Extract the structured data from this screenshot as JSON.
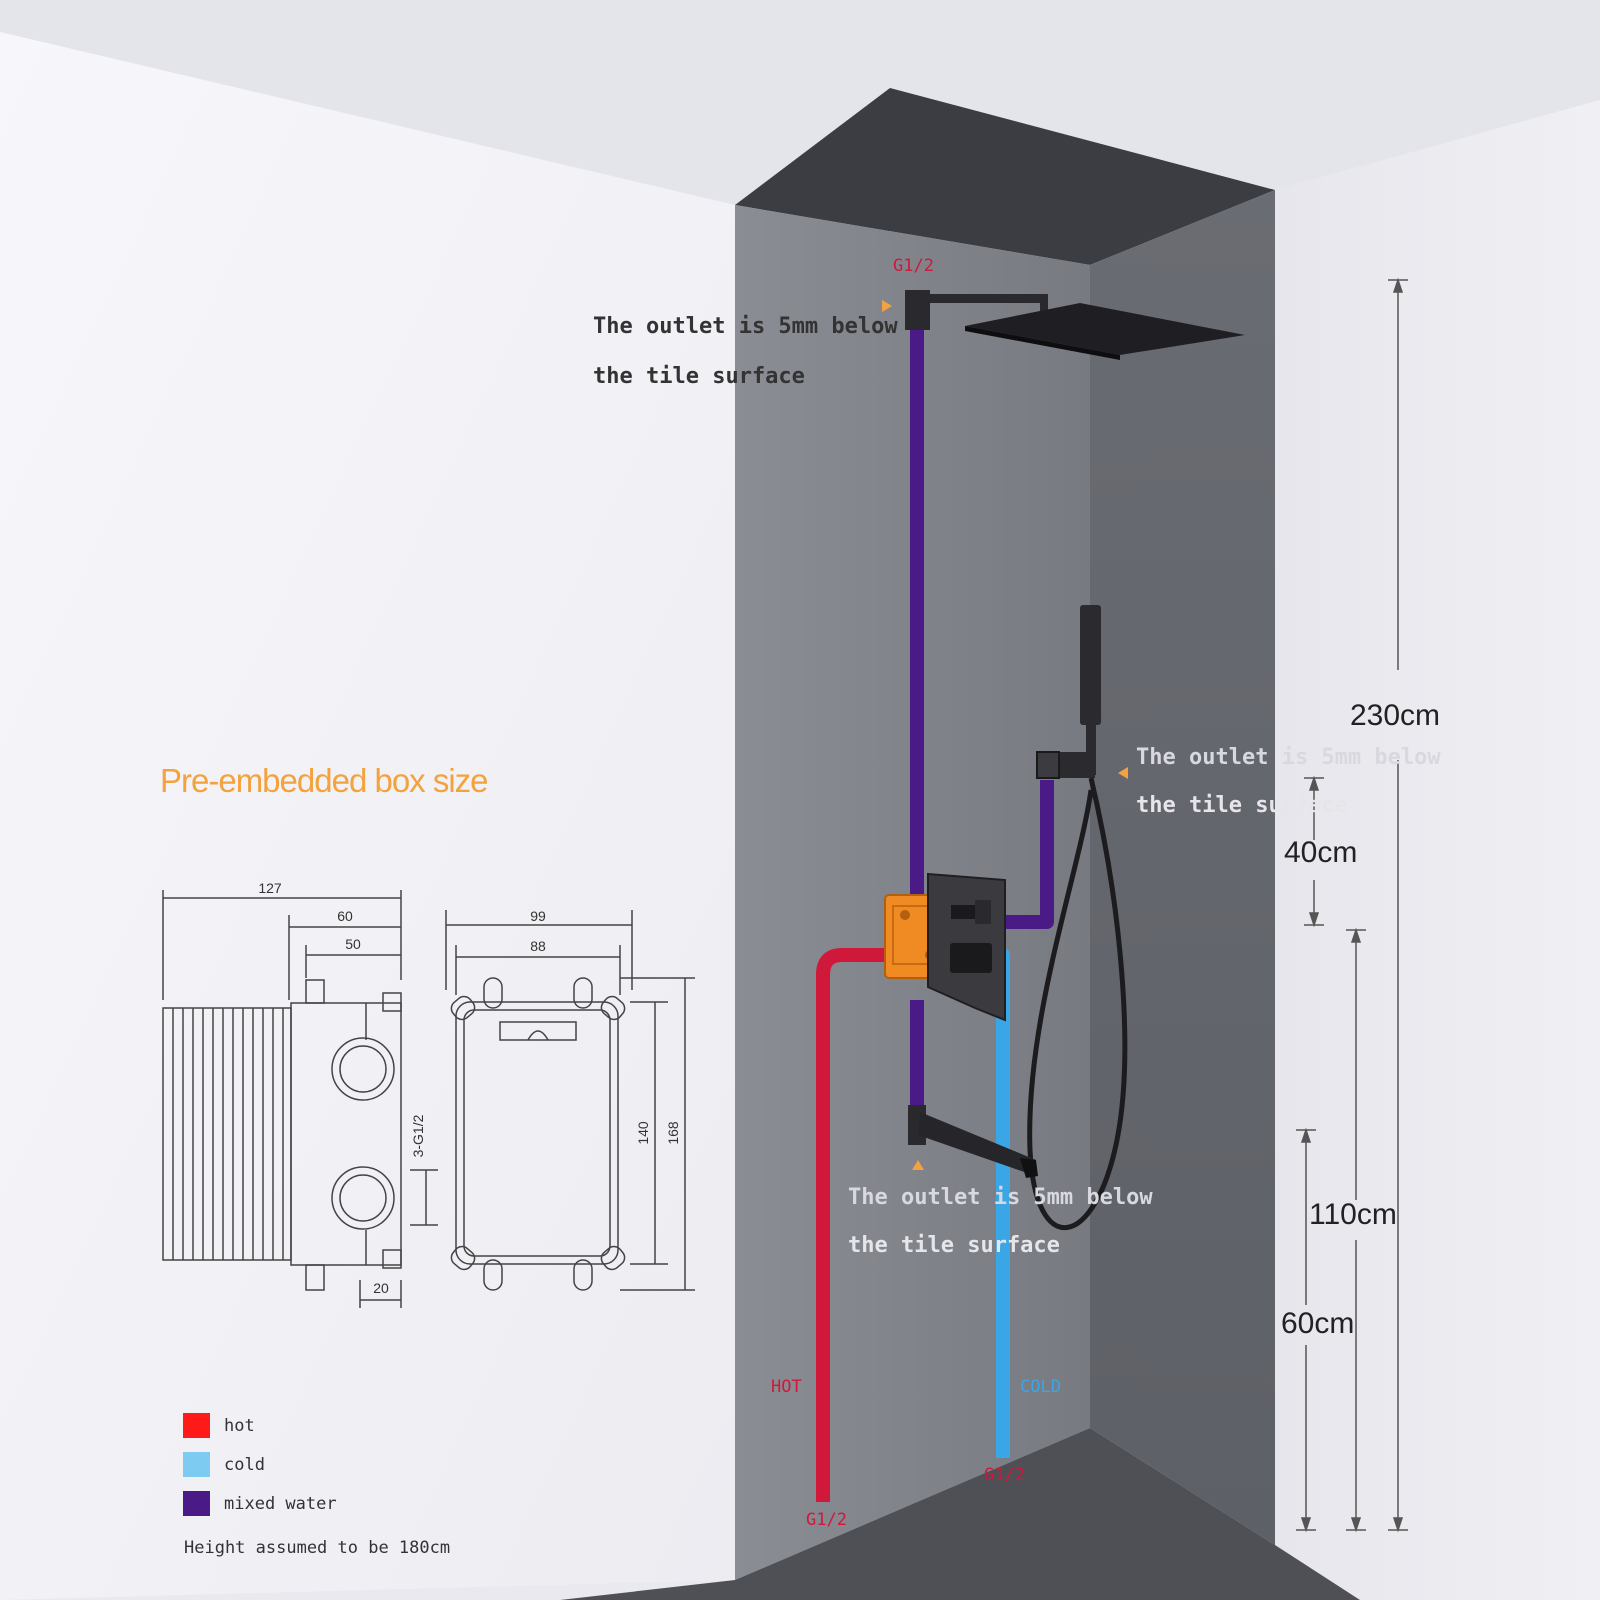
{
  "colors": {
    "hot": "#d0183a",
    "cold": "#3ba6e6",
    "mixed": "#4a1b86",
    "accent": "#f3a23d"
  },
  "outlet_notes": [
    {
      "line1": "The outlet is 5mm below",
      "line2": "the tile surface"
    },
    {
      "line1": "The outlet is 5mm below",
      "line2": "the tile surface"
    },
    {
      "line1": "The outlet is 5mm below",
      "line2": "the tile surface"
    }
  ],
  "connection_labels": {
    "top": "G1/2",
    "hot_label": "HOT",
    "cold_label": "COLD",
    "hot_bottom": "G1/2",
    "cold_bottom": "G1/2"
  },
  "heights": {
    "total": "230cm",
    "hand_shower": "40cm",
    "valve": "110cm",
    "spout": "60cm"
  },
  "box": {
    "title": "Pre-embedded box size",
    "side_dims": {
      "overall": "127",
      "d60": "60",
      "d50": "50",
      "d20": "20",
      "ports": "3-G1/2"
    },
    "front_dims": {
      "w99": "99",
      "w88": "88",
      "h140": "140",
      "h168": "168"
    }
  },
  "legend": {
    "hot": "hot",
    "cold": "cold",
    "mixed": "mixed water",
    "note": "Height assumed to be 180cm"
  }
}
